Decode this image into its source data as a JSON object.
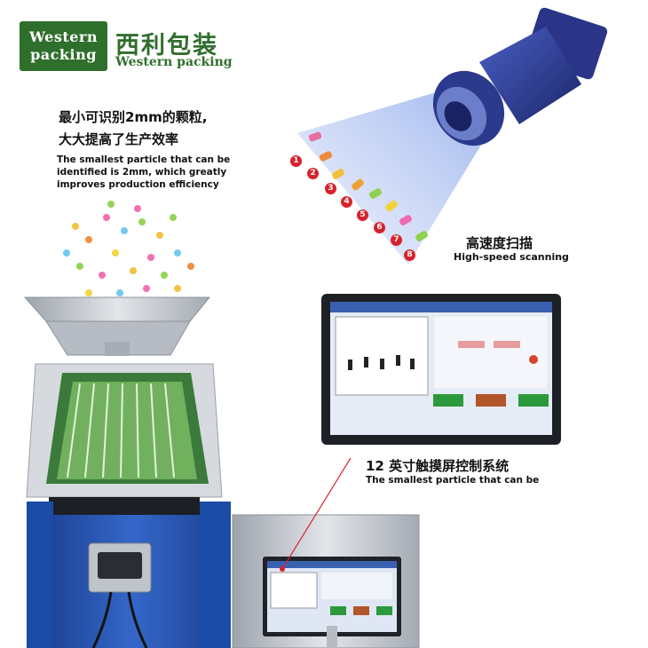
{
  "logo": {
    "box_line1": "Western",
    "box_line2": "packing",
    "cn_name": "西利包装",
    "en_name": "Western packing"
  },
  "feature_min_particle": {
    "cn_line1": "最小可识别2mm的颗粒,",
    "cn_line2": "大大提高了生产效率",
    "en_line1": "The smallest particle that can be",
    "en_line2": "identified is 2mm, which greatly",
    "en_line3": "improves production efficiency"
  },
  "feature_scanning": {
    "cn": "高速度扫描",
    "en": "High-speed scanning"
  },
  "feature_touchscreen": {
    "cn": "12 英寸触摸屏控制系统",
    "en": "The smallest particle that can be"
  },
  "scan_markers": [
    "1",
    "2",
    "3",
    "4",
    "5",
    "6",
    "7",
    "8"
  ],
  "colors": {
    "brand_green": "#2f6f2c",
    "marker_red": "#d8222b",
    "beam_blue": "#7f9de8",
    "camera_blue": "#2b3a8c",
    "machine_blue": "#1f4fa8",
    "steel": "#c9cdd3"
  }
}
